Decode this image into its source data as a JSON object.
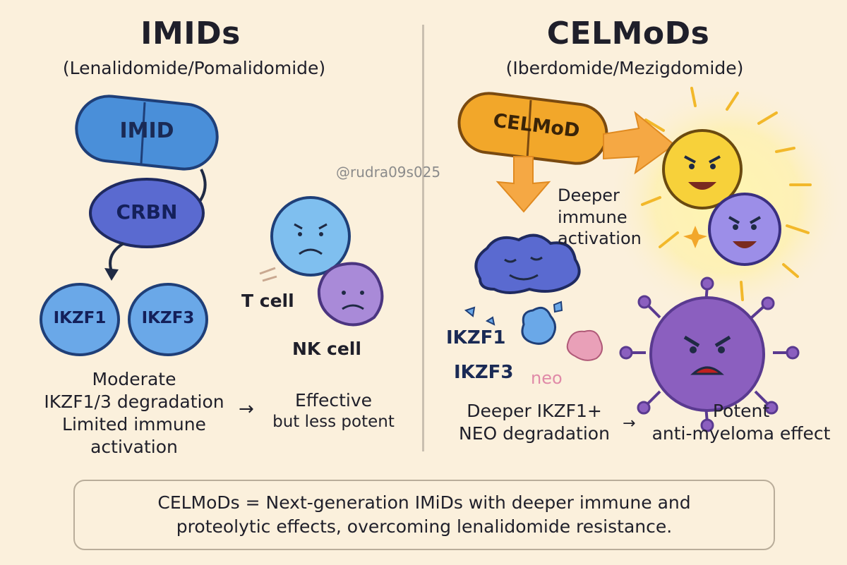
{
  "left": {
    "title": "IMIDs",
    "subtitle": "(Lenalidomide/Pomalidomide)",
    "pill_label": "IMID",
    "crbn_label": "CRBN",
    "ikzf1_label": "IKZF1",
    "ikzf3_label": "IKZF3",
    "t_cell_label": "T cell",
    "nk_cell_label": "NK cell",
    "desc_lines": [
      "Moderate",
      "IKZF1/3 degradation",
      "Limited immune",
      "activation"
    ],
    "arrow_glyph": "→",
    "outcome_lines": [
      "Effective",
      "but less potent"
    ]
  },
  "right": {
    "title": "CELMoDs",
    "subtitle": "(Iberdomide/Mezigdomide)",
    "pill_label": "CELMoD",
    "activation_lines": [
      "Deeper",
      "immune",
      "activation"
    ],
    "ikzf1_label": "IKZF1",
    "ikzf3_label": "IKZF3",
    "neo_label": "neo",
    "desc_lines": [
      "Deeper IKZF1+",
      "NEO degradation"
    ],
    "arrow_glyph": "→",
    "outcome_lines": [
      "Potent",
      "anti-myeloma effect"
    ]
  },
  "watermark": "@rudra09s025",
  "summary_lines": [
    "CELMoDs = Next-generation IMiDs with deeper immune and",
    "proteolytic effects, overcoming lenalidomide resistance."
  ],
  "colors": {
    "background": "#fbf0dc",
    "imid_blue": "#4a8fd9",
    "crbn_indigo": "#5a6ad0",
    "celmod_orange": "#f2a72a",
    "t_cell_blue": "#7fbfef",
    "nk_cell_purple": "#a98ad8",
    "myeloma_purple": "#8b5fbf",
    "neo_pink": "#e9a0b8"
  }
}
